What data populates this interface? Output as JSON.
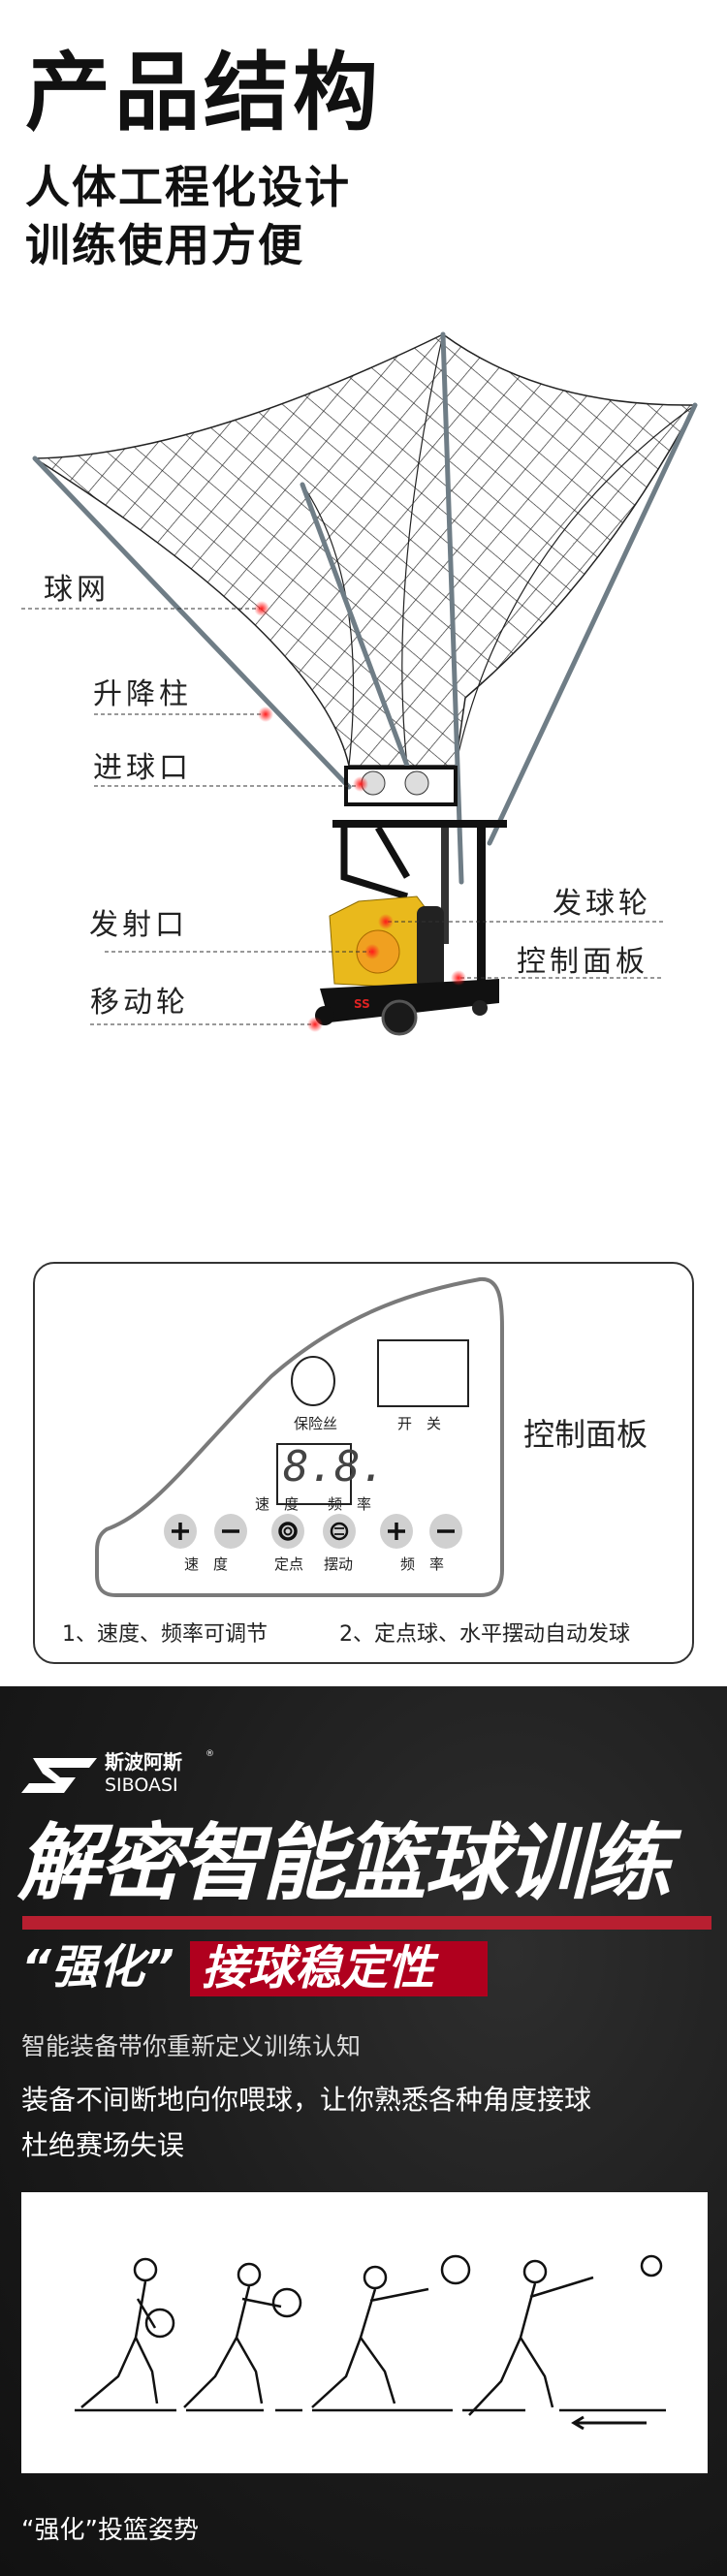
{
  "header": {
    "title": "产品结构",
    "subtitle_line1": "人体工程化设计",
    "subtitle_line2": "训练使用方便"
  },
  "product_labels": {
    "net": "球网",
    "lift_pole": "升降柱",
    "ball_inlet": "进球口",
    "launch_port": "发射口",
    "moving_wheel": "移动轮",
    "serve_wheel": "发球轮",
    "control_panel": "控制面板"
  },
  "machine_logo": {
    "text": "SS"
  },
  "control_panel": {
    "title": "控制面板",
    "fuse": "保险丝",
    "switch": "开　关",
    "display": "8.8.",
    "display_labels": [
      "速　度",
      "频　率"
    ],
    "buttons": [
      {
        "icon": "plus-icon",
        "label": "速　度"
      },
      {
        "icon": "minus-icon",
        "label": ""
      },
      {
        "icon": "target-icon",
        "label": "定点"
      },
      {
        "icon": "swing-icon",
        "label": "摆动"
      },
      {
        "icon": "plus-icon",
        "label": "频　率"
      },
      {
        "icon": "minus-icon",
        "label": ""
      }
    ],
    "note1": "1、速度、频率可调节",
    "note2": "2、定点球、水平摆动自动发球"
  },
  "brand": {
    "cn": "斯波阿斯",
    "en": "SIBOASI",
    "reg": "®"
  },
  "promo": {
    "headline": "解密智能篮球训练",
    "quote": "“强化”",
    "highlight": "接球稳定性",
    "line1": "智能装备带你重新定义训练认知",
    "line2": "装备不间断地向你喂球，让你熟悉各种角度接球",
    "line3": "杜绝赛场失误",
    "caption": "“强化”投篮姿势"
  },
  "colors": {
    "accent_red": "#b81f30",
    "machine_yellow": "#e9b91c"
  }
}
